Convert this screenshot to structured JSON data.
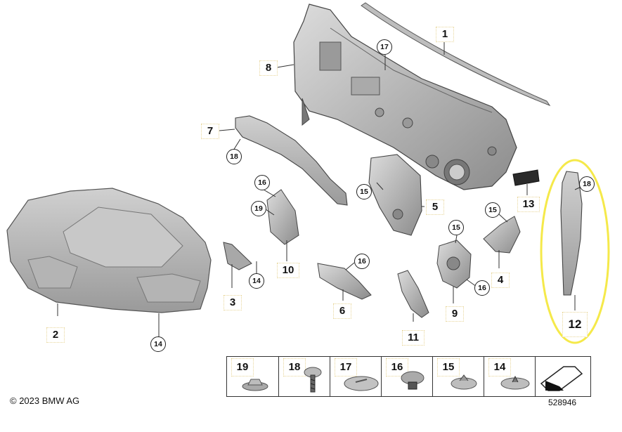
{
  "callouts": {
    "c1": "1",
    "c2": "2",
    "c3": "3",
    "c4": "4",
    "c5": "5",
    "c6": "6",
    "c7": "7",
    "c8": "8",
    "c9": "9",
    "c10": "10",
    "c11": "11",
    "c12": "12",
    "c13": "13",
    "r14a": "14",
    "r14b": "14",
    "r15a": "15",
    "r15b": "15",
    "r15c": "15",
    "r16a": "16",
    "r16b": "16",
    "r16c": "16",
    "r17": "17",
    "r18a": "18",
    "r18b": "18",
    "r19": "19"
  },
  "parts_table": [
    "19",
    "18",
    "17",
    "16",
    "15",
    "14"
  ],
  "highlight_color": "#f5e94a",
  "copyright": "© 2023 BMW AG",
  "doc_number": "528946"
}
